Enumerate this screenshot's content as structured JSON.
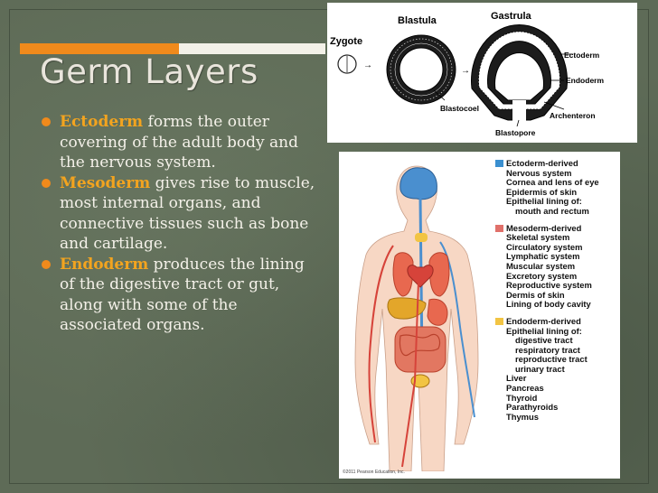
{
  "title": "Germ Layers",
  "bullets": [
    {
      "term": "Ectoderm",
      "text": " forms the outer covering of the adult body and the nervous system."
    },
    {
      "term": "Mesoderm",
      "text": " gives rise to muscle, most internal organs, and connective tissues such as bone and cartilage."
    },
    {
      "term": "Endoderm",
      "text": " produces the lining of the digestive tract or gut, along with some of the associated organs."
    }
  ],
  "development_figure": {
    "zygote": "Zygote",
    "blastula": "Blastula",
    "gastrula": "Gastrula",
    "ectoderm": "Ectoderm",
    "endoderm": "Endoderm",
    "blastocoel": "Blastocoel",
    "blastopore": "Blastopore",
    "archenteron": "Archenteron"
  },
  "anatomy_figure": {
    "groups": [
      {
        "heading": "Ectoderm-derived",
        "color": "#3a8fd0",
        "items": [
          "Nervous system",
          "Cornea and lens of eye",
          "Epidermis of skin",
          "Epithelial lining of:"
        ],
        "subitems": [
          "mouth and rectum"
        ]
      },
      {
        "heading": "Mesoderm-derived",
        "color": "#e0706a",
        "items": [
          "Skeletal system",
          "Circulatory system",
          "Lymphatic system",
          "Muscular system",
          "Excretory system",
          "Reproductive system",
          "Dermis of skin",
          "Lining of body cavity"
        ],
        "subitems": []
      },
      {
        "heading": "Endoderm-derived",
        "color": "#f2c443",
        "items": [
          "Epithelial lining of:"
        ],
        "subitems": [
          "digestive tract",
          "respiratory tract",
          "reproductive tract",
          "urinary tract"
        ],
        "extra": [
          "Liver",
          "Pancreas",
          "Thyroid",
          "Parathyroids",
          "Thymus"
        ]
      }
    ],
    "copyright": "©2011 Pearson Education, Inc."
  },
  "colors": {
    "accent_orange": "#f08a1c",
    "term_color": "#f3a41f",
    "background": "#5e6b57",
    "text": "#f4f1e9"
  }
}
